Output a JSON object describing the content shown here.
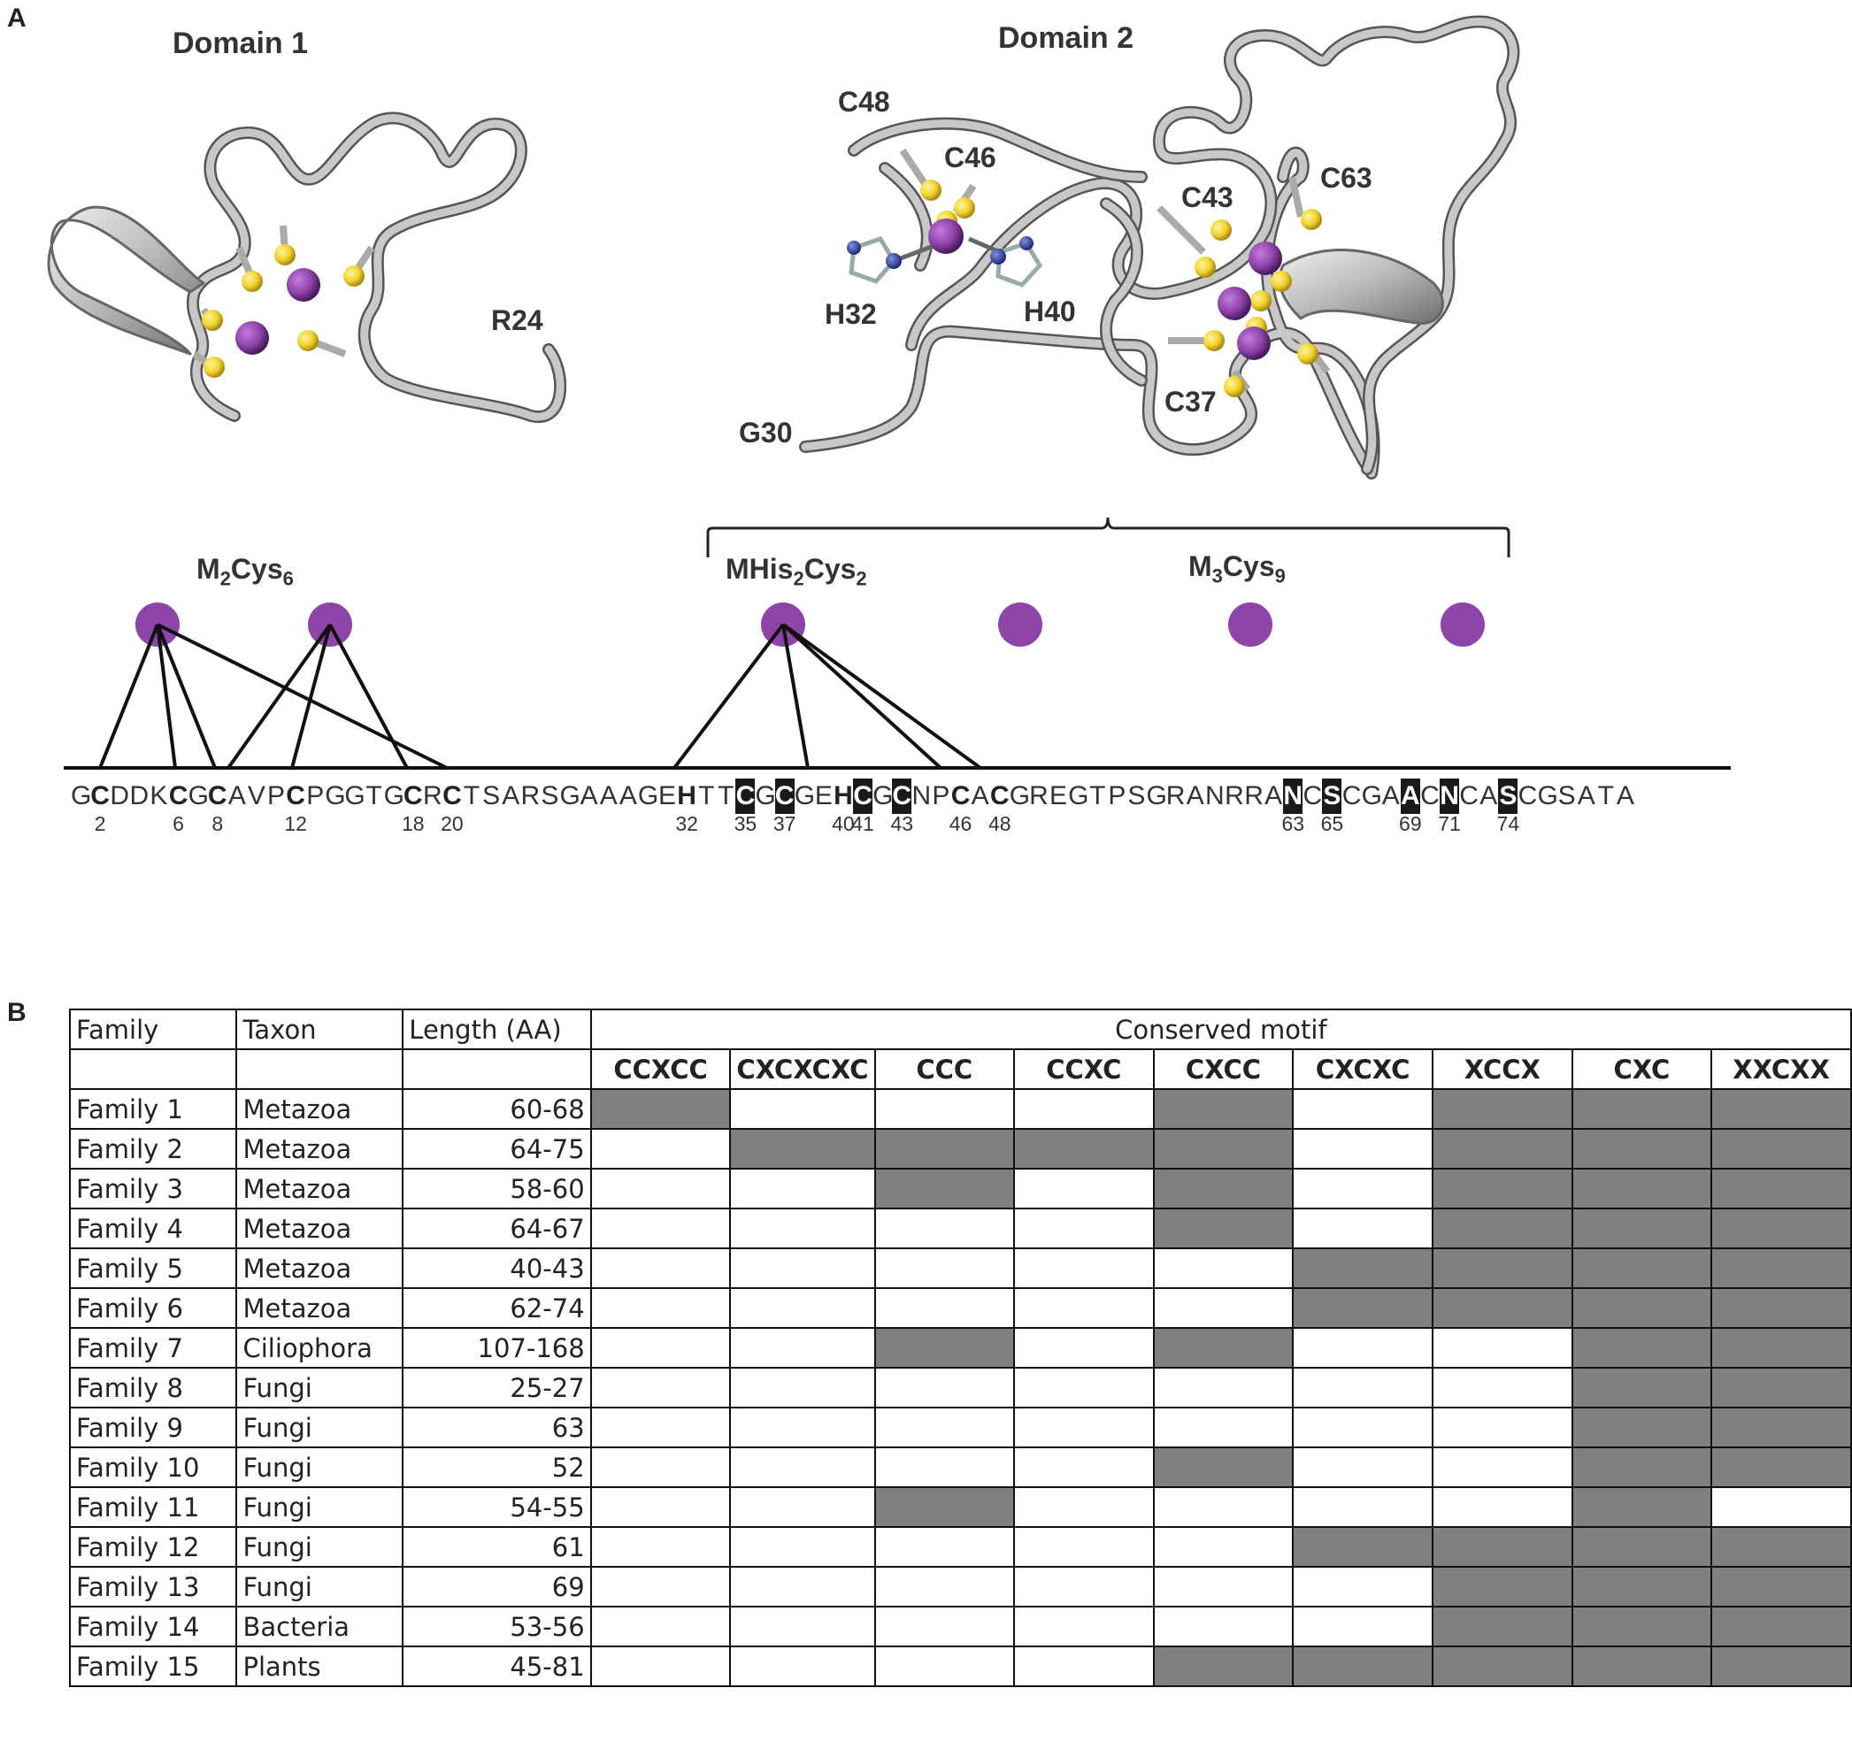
{
  "panel_labels": {
    "a": "A",
    "b": "B"
  },
  "panel_a": {
    "domain1_title": "Domain 1",
    "domain2_title": "Domain 2",
    "residue_labels": [
      "C48",
      "C46",
      "C43",
      "C63",
      "H32",
      "H40",
      "R24",
      "G30",
      "C37"
    ],
    "cluster_labels": {
      "m2cys6": {
        "main": "M",
        "sub1": "2",
        "mid": "Cys",
        "sub2": "6"
      },
      "mhis2cys2": {
        "main": "MHis",
        "sub1": "2",
        "mid": "Cys",
        "sub2": "2"
      },
      "m3cys9": {
        "main": "M",
        "sub1": "3",
        "mid": "Cys",
        "sub2": "9"
      }
    },
    "sequence": "GCDDKCGCAVPCPGGTGCRCTSARSGAAAGEHTTCGCGEHCGCNPCACGREGTPSGRANRRANCSCGAACNCASCGSATA",
    "sequence_numbers": [
      "2",
      "6",
      "8",
      "12",
      "18",
      "20",
      "32",
      "35",
      "37",
      "40",
      "41",
      "43",
      "46",
      "48",
      "63",
      "65",
      "69",
      "71",
      "74"
    ],
    "colors": {
      "metal": "#8e44a8",
      "sulfur": "#f2d22e",
      "nitrogen": "#3040a0",
      "backbone": "#a8a8a8"
    }
  },
  "panel_b": {
    "headers": {
      "family": "Family",
      "taxon": "Taxon",
      "length": "Length (AA)",
      "conserved_motif": "Conserved motif"
    },
    "motifs": [
      "CCXCC",
      "CXCXCXC",
      "CCC",
      "CCXC",
      "CXCC",
      "CXCXC",
      "XCCX",
      "CXC",
      "XXCXX"
    ],
    "fill_color": "#808080",
    "rows": [
      {
        "family": "Family 1",
        "taxon": "Metazoa",
        "length": "60-68",
        "present": [
          1,
          0,
          0,
          0,
          1,
          0,
          1,
          1,
          1
        ]
      },
      {
        "family": "Family 2",
        "taxon": "Metazoa",
        "length": "64-75",
        "present": [
          0,
          1,
          1,
          1,
          1,
          0,
          1,
          1,
          1
        ]
      },
      {
        "family": "Family 3",
        "taxon": "Metazoa",
        "length": "58-60",
        "present": [
          0,
          0,
          1,
          0,
          1,
          0,
          1,
          1,
          1
        ]
      },
      {
        "family": "Family 4",
        "taxon": "Metazoa",
        "length": "64-67",
        "present": [
          0,
          0,
          0,
          0,
          1,
          0,
          1,
          1,
          1
        ]
      },
      {
        "family": "Family 5",
        "taxon": "Metazoa",
        "length": "40-43",
        "present": [
          0,
          0,
          0,
          0,
          0,
          1,
          1,
          1,
          1
        ]
      },
      {
        "family": "Family 6",
        "taxon": "Metazoa",
        "length": "62-74",
        "present": [
          0,
          0,
          0,
          0,
          0,
          1,
          1,
          1,
          1
        ]
      },
      {
        "family": "Family 7",
        "taxon": "Ciliophora",
        "length": "107-168",
        "present": [
          0,
          0,
          1,
          0,
          1,
          0,
          0,
          1,
          1
        ]
      },
      {
        "family": "Family 8",
        "taxon": "Fungi",
        "length": "25-27",
        "present": [
          0,
          0,
          0,
          0,
          0,
          0,
          0,
          1,
          1
        ]
      },
      {
        "family": "Family 9",
        "taxon": "Fungi",
        "length": "63",
        "present": [
          0,
          0,
          0,
          0,
          0,
          0,
          0,
          1,
          1
        ]
      },
      {
        "family": "Family 10",
        "taxon": "Fungi",
        "length": "52",
        "present": [
          0,
          0,
          0,
          0,
          1,
          0,
          0,
          1,
          1
        ]
      },
      {
        "family": "Family 11",
        "taxon": "Fungi",
        "length": "54-55",
        "present": [
          0,
          0,
          1,
          0,
          0,
          0,
          0,
          1,
          0
        ]
      },
      {
        "family": "Family 12",
        "taxon": "Fungi",
        "length": "61",
        "present": [
          0,
          0,
          0,
          0,
          0,
          1,
          1,
          1,
          1
        ]
      },
      {
        "family": "Family 13",
        "taxon": "Fungi",
        "length": "69",
        "present": [
          0,
          0,
          0,
          0,
          0,
          0,
          1,
          1,
          1
        ]
      },
      {
        "family": "Family 14",
        "taxon": "Bacteria",
        "length": "53-56",
        "present": [
          0,
          0,
          0,
          0,
          0,
          0,
          1,
          1,
          1
        ]
      },
      {
        "family": "Family 15",
        "taxon": "Plants",
        "length": "45-81",
        "present": [
          0,
          0,
          0,
          0,
          1,
          1,
          1,
          1,
          1
        ]
      }
    ]
  }
}
